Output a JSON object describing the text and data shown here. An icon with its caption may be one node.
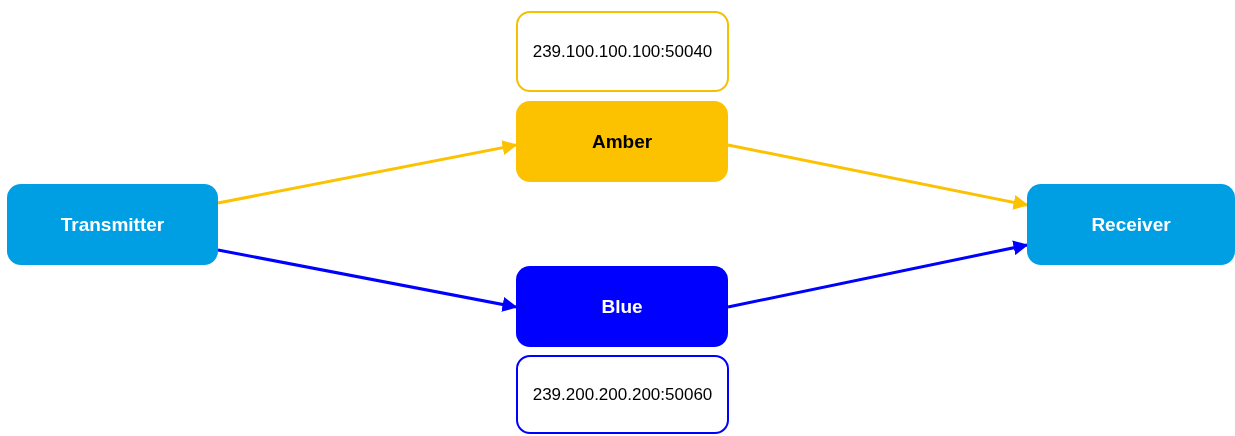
{
  "diagram": {
    "nodes": [
      {
        "text": [
          "Transmitter"
        ]
      },
      {
        "text": [
          "239.100.100.100:50040"
        ]
      },
      {
        "text": [
          "Amber"
        ]
      },
      {
        "text": [
          "Blue"
        ]
      },
      {
        "text": [
          "239.200.200.200:50060"
        ]
      },
      {
        "text": [
          "Receiver"
        ]
      }
    ],
    "edges": [
      {
        "from": 0,
        "to": 2,
        "arrow": "to",
        "color": "#fcc200"
      },
      {
        "from": 2,
        "to": 5,
        "arrow": "to",
        "color": "#fcc200"
      },
      {
        "from": 0,
        "to": 3,
        "arrow": "to",
        "color": "#0000ff"
      },
      {
        "from": 3,
        "to": 5,
        "arrow": "to",
        "color": "#0000ff"
      }
    ]
  }
}
